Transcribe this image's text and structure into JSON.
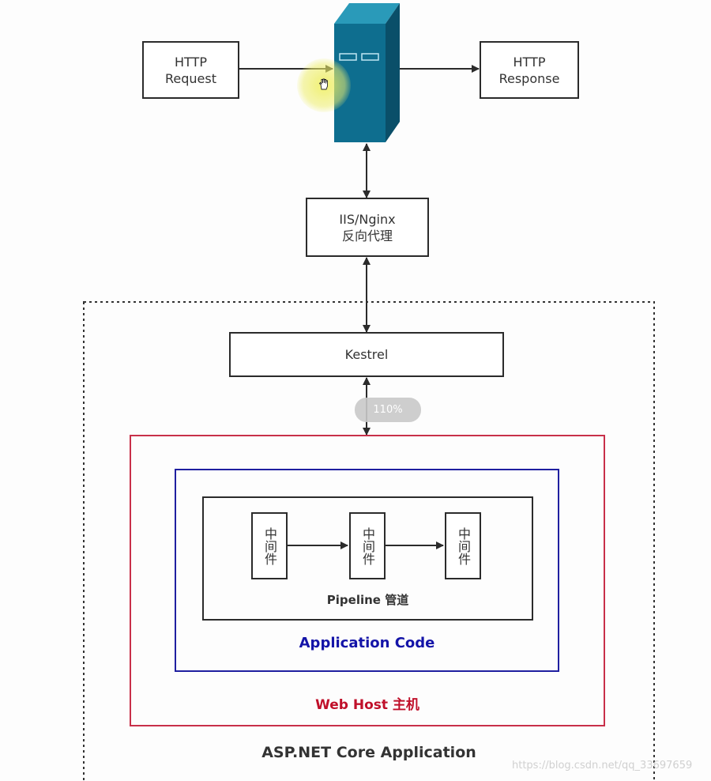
{
  "nodes": {
    "http_request": {
      "line1": "HTTP",
      "line2": "Request"
    },
    "http_response": {
      "line1": "HTTP",
      "line2": "Response"
    },
    "proxy": {
      "line1": "IIS/Nginx",
      "line2": "反向代理"
    },
    "kestrel": {
      "label": "Kestrel"
    },
    "middleware": [
      "中间件",
      "中间件",
      "中间件"
    ]
  },
  "containers": {
    "pipeline": "Pipeline 管道",
    "application_code": "Application Code",
    "web_host": "Web Host 主机",
    "aspnet_core": "ASP.NET Core Application"
  },
  "overlay": {
    "zoom_level": "110%",
    "watermark": "https://blog.csdn.net/qq_33697659"
  },
  "colors": {
    "server": "#0e6e8f",
    "web_host_border": "#c8304a",
    "web_host_text": "#c0102a",
    "application_code_border": "#1f1fa0",
    "application_code_text": "#1414a8"
  }
}
